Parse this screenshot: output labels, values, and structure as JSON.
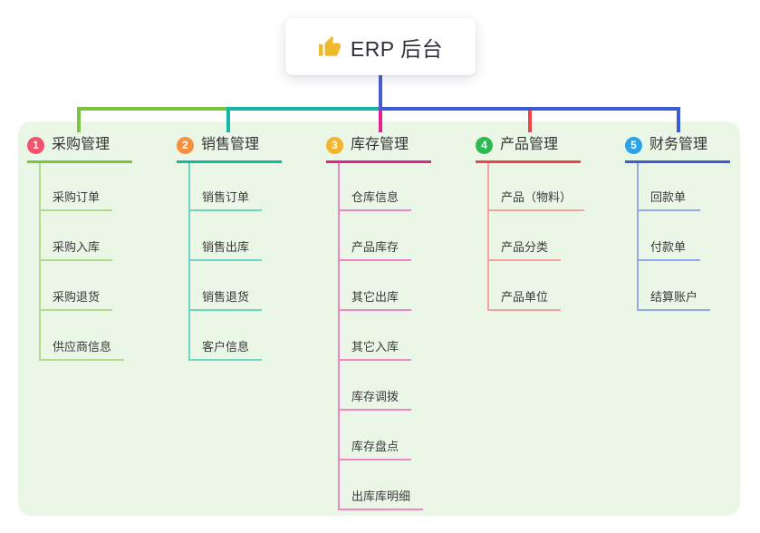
{
  "root": {
    "label": "ERP 后台",
    "icon": "thumbs-up-icon",
    "icon_color": "#f0b92c"
  },
  "palette": {
    "canvas_bg": "#ffffff",
    "panel_bg": "#ebf7e6",
    "trunk": "#4b5bd3",
    "root_text": "#2f3038",
    "title_text": "#333333",
    "item_text": "#3a3a3a"
  },
  "categories": [
    {
      "num": "1",
      "title": "采购管理",
      "badge_color": "#f1536e",
      "line_color": "#7cc342",
      "sub_line_color": "#b4db8d",
      "items": [
        "采购订单",
        "采购入库",
        "采购退货",
        "供应商信息"
      ]
    },
    {
      "num": "2",
      "title": "销售管理",
      "badge_color": "#f7913e",
      "line_color": "#15b8a5",
      "sub_line_color": "#6fd3c6",
      "items": [
        "销售订单",
        "销售出库",
        "销售退货",
        "客户信息"
      ]
    },
    {
      "num": "3",
      "title": "库存管理",
      "badge_color": "#f6b42e",
      "line_color": "#e22290",
      "sub_line_color": "#f283c4",
      "items": [
        "仓库信息",
        "产品库存",
        "其它出库",
        "其它入库",
        "库存调拨",
        "库存盘点",
        "出库库明细"
      ]
    },
    {
      "num": "4",
      "title": "产品管理",
      "badge_color": "#2eb952",
      "line_color": "#ef4549",
      "sub_line_color": "#f7a2a2",
      "items": [
        "产品（物料）",
        "产品分类",
        "产品单位"
      ]
    },
    {
      "num": "5",
      "title": "财务管理",
      "badge_color": "#2ea2e6",
      "line_color": "#3d5bd5",
      "sub_line_color": "#93a8ec",
      "items": [
        "回款单",
        "付款单",
        "结算账户"
      ]
    }
  ]
}
